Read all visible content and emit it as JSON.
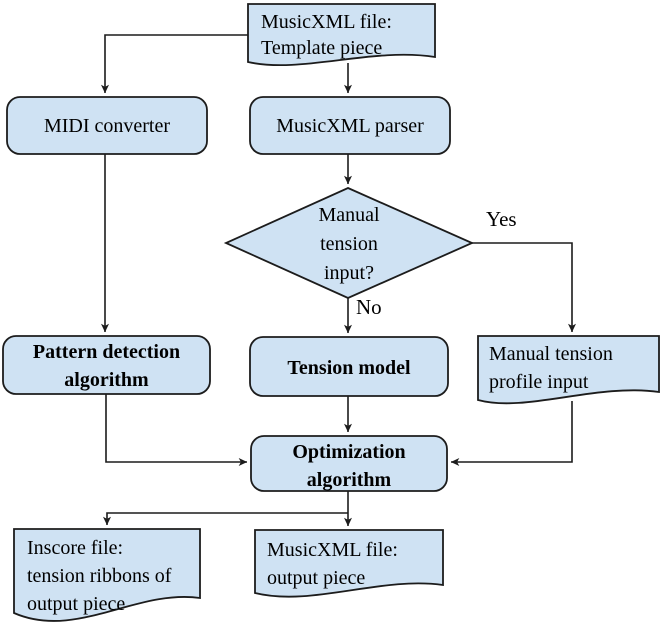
{
  "diagram": {
    "type": "flowchart",
    "colors": {
      "node_fill": "#cfe2f3",
      "node_stroke": "#1c1c1c",
      "connector": "#1c1c1c",
      "text": "#000000",
      "background": "#ffffff"
    },
    "nodes": {
      "template_file": {
        "shape": "document",
        "lines": [
          "MusicXML file:",
          "Template piece"
        ]
      },
      "midi_converter": {
        "shape": "process",
        "lines": [
          "MIDI converter"
        ]
      },
      "musicxml_parser": {
        "shape": "process",
        "lines": [
          "MusicXML parser"
        ]
      },
      "manual_tension_decision": {
        "shape": "decision",
        "lines": [
          "Manual",
          "tension",
          "input?"
        ]
      },
      "pattern_detection": {
        "shape": "process",
        "lines": [
          "Pattern detection",
          "algorithm"
        ]
      },
      "tension_model": {
        "shape": "process",
        "lines": [
          "Tension model"
        ]
      },
      "manual_profile": {
        "shape": "document",
        "lines": [
          "Manual tension",
          "profile input"
        ]
      },
      "optimization": {
        "shape": "process",
        "lines": [
          "Optimization",
          "algorithm"
        ]
      },
      "inscore_file": {
        "shape": "document",
        "lines": [
          "Inscore file:",
          "tension ribbons of",
          "output  piece"
        ]
      },
      "output_file": {
        "shape": "document",
        "lines": [
          "MusicXML file:",
          "output piece"
        ]
      }
    },
    "edge_labels": {
      "yes": "Yes",
      "no": "No"
    }
  }
}
